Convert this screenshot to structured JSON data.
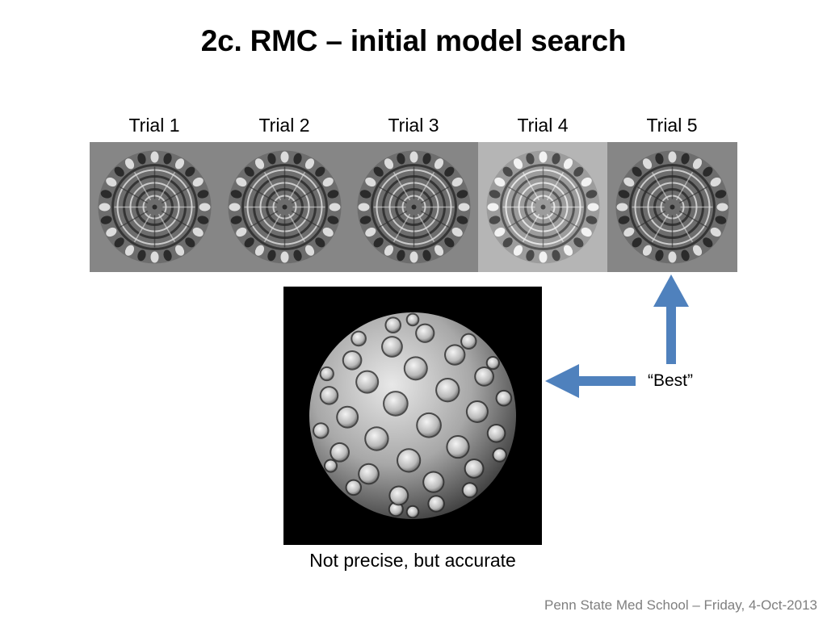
{
  "slide": {
    "title": "2c. RMC – initial model search",
    "trials": [
      {
        "label": "Trial 1",
        "background": "#868686"
      },
      {
        "label": "Trial 2",
        "background": "#868686"
      },
      {
        "label": "Trial 3",
        "background": "#868686"
      },
      {
        "label": "Trial 4",
        "background": "#b5b5b5"
      },
      {
        "label": "Trial 5",
        "background": "#868686"
      }
    ],
    "caption": "Not precise, but accurate",
    "best_label": "“Best”",
    "footer": "Penn State Med School – Friday, 4-Oct-2013"
  },
  "colors": {
    "arrow": "#4f81bd",
    "model_background": "#000000",
    "footer_text": "#7f7f7f"
  }
}
